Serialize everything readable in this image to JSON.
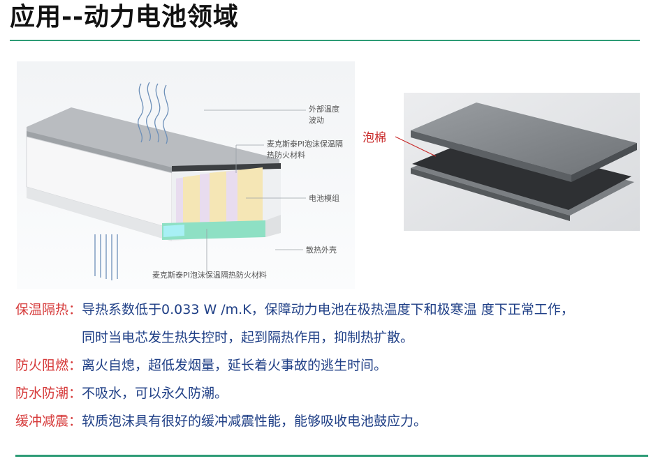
{
  "page": {
    "title": "应用--动力电池领域"
  },
  "figure_left": {
    "callouts": {
      "external_temp_line1": "外部温度",
      "external_temp_line2": "波动",
      "material_top_line1": "麦克斯泰PI泡沫保温隔",
      "material_top_line2": "热防火材料",
      "battery_module": "电池模组",
      "heat_shell": "散热外壳",
      "material_bottom": "麦克斯泰PI泡沫保温隔热防火材料"
    }
  },
  "figure_right": {
    "label": "泡棉"
  },
  "features": [
    {
      "term": "保温隔热：",
      "line1": "导热系数低于0.033 W /m.K，保障动力电池在极热温度下和极寒温 度下正常工作，",
      "line2": "同时当电芯发生热失控时，起到隔热作用，抑制热扩散。"
    },
    {
      "term": "防火阻燃：",
      "line1": "离火自熄，超低发烟量，延长着火事故的逃生时间。"
    },
    {
      "term": "防水防潮：",
      "line1": "不吸水，可以永久防潮。"
    },
    {
      "term": "缓冲减震：",
      "line1": "软质泡沫具有很好的缓冲减震性能，能够吸收电池鼓应力。"
    }
  ],
  "colors": {
    "accent_rule": "#2e9c76",
    "term_red": "#d63a3a",
    "desc_blue": "#1f3f86"
  }
}
